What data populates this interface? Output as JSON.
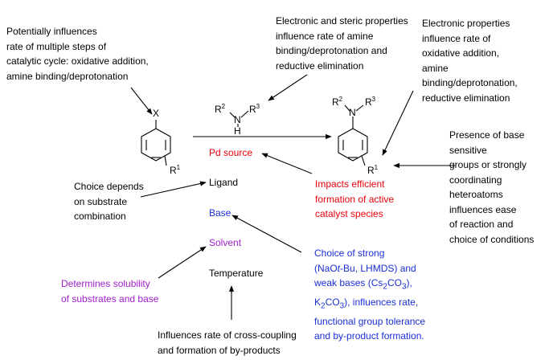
{
  "annotations": {
    "aryl_halide": [
      "Potentially influences",
      "rate of multiple steps of",
      "catalytic cycle: oxidative addition,",
      "amine binding/deprotonation"
    ],
    "amine": [
      "Electronic and steric properties",
      "influence rate of amine",
      "binding/deprotonation and",
      "reductive elimination"
    ],
    "product": [
      "Electronic properties",
      "influence rate of",
      "oxidative addition,",
      "amine",
      "binding/deprotonation,",
      "reductive elimination"
    ],
    "substituent": [
      "Presence of base",
      "sensitive",
      "groups or strongly",
      "coordinating",
      "heteroatoms",
      "influences ease",
      "of reaction and",
      "choice of conditions"
    ],
    "ligand": [
      "Choice depends",
      "on substrate",
      "combination"
    ],
    "pd": [
      "Impacts efficient",
      "formation of active",
      "catalyst species"
    ],
    "solvent": [
      "Determines solubility",
      "of substrates and base"
    ],
    "temperature": [
      "Influences rate of cross-coupling",
      "and formation of by-products"
    ],
    "base_l1": "Choice of strong",
    "base_l2_pre": "(NaO",
    "base_l2_it": "t",
    "base_l2_post": "-Bu, LHMDS) and",
    "base_l3_pre": "weak bases (Cs",
    "base_l3_sub": "2",
    "base_l3_post": "CO",
    "base_l3_sub2": "3",
    "base_l3_end": "),",
    "base_l4_pre": "K",
    "base_l4_sub": "2",
    "base_l4_mid": "CO",
    "base_l4_sub2": "3",
    "base_l4_post": "), influences rate,",
    "base_l5": "functional group tolerance",
    "base_l6": "and by-product formation."
  },
  "conditions": {
    "pd_source": "Pd source",
    "ligand": "Ligand",
    "base": "Base",
    "solvent": "Solvent",
    "temperature": "Temperature"
  },
  "chem": {
    "x": "X",
    "n": "N",
    "h": "H",
    "r": "R",
    "r1": "1",
    "r2": "2",
    "r3": "3"
  },
  "colors": {
    "red": "#e8000b",
    "blue": "#1a2fd6",
    "purple": "#a020c8",
    "black": "#000000"
  }
}
